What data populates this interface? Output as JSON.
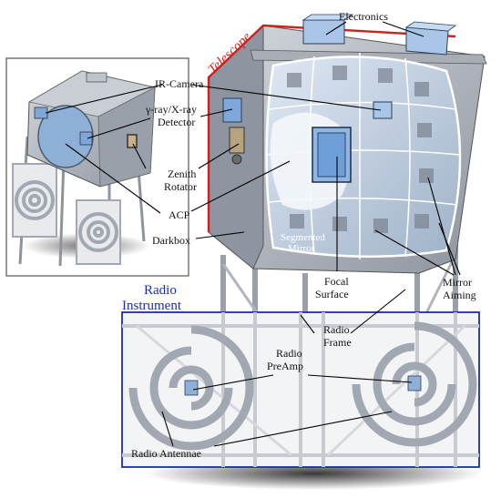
{
  "labels": {
    "electronics": "Electronics",
    "telescope": "Telescope",
    "ir_camera": "IR-Camera",
    "gamma_line1": "γ-ray/X-ray",
    "gamma_line2": "Detector",
    "zenith_line1": "Zenith",
    "zenith_line2": "Rotator",
    "acp": "ACP",
    "darkbox": "Darkbox",
    "segmented_line1": "Segmented",
    "segmented_line2": "Mirror",
    "focal_line1": "Focal",
    "focal_line2": "Surface",
    "mirror_aiming_line1": "Mirror",
    "mirror_aiming_line2": "Aiming",
    "radio_instrument_line1": "Radio",
    "radio_instrument_line2": "Instrument",
    "radio_frame_line1": "Radio",
    "radio_frame_line2": "Frame",
    "radio_preamp_line1": "Radio",
    "radio_preamp_line2": "PreAmp",
    "radio_antennae": "Radio Antennae"
  },
  "colors": {
    "telescope_outline": "#d12020",
    "radio_outline": "#1b2ea6",
    "metal": "#b7bcc5",
    "metal_dark": "#8e949e",
    "glass": "#a9c6e8"
  }
}
